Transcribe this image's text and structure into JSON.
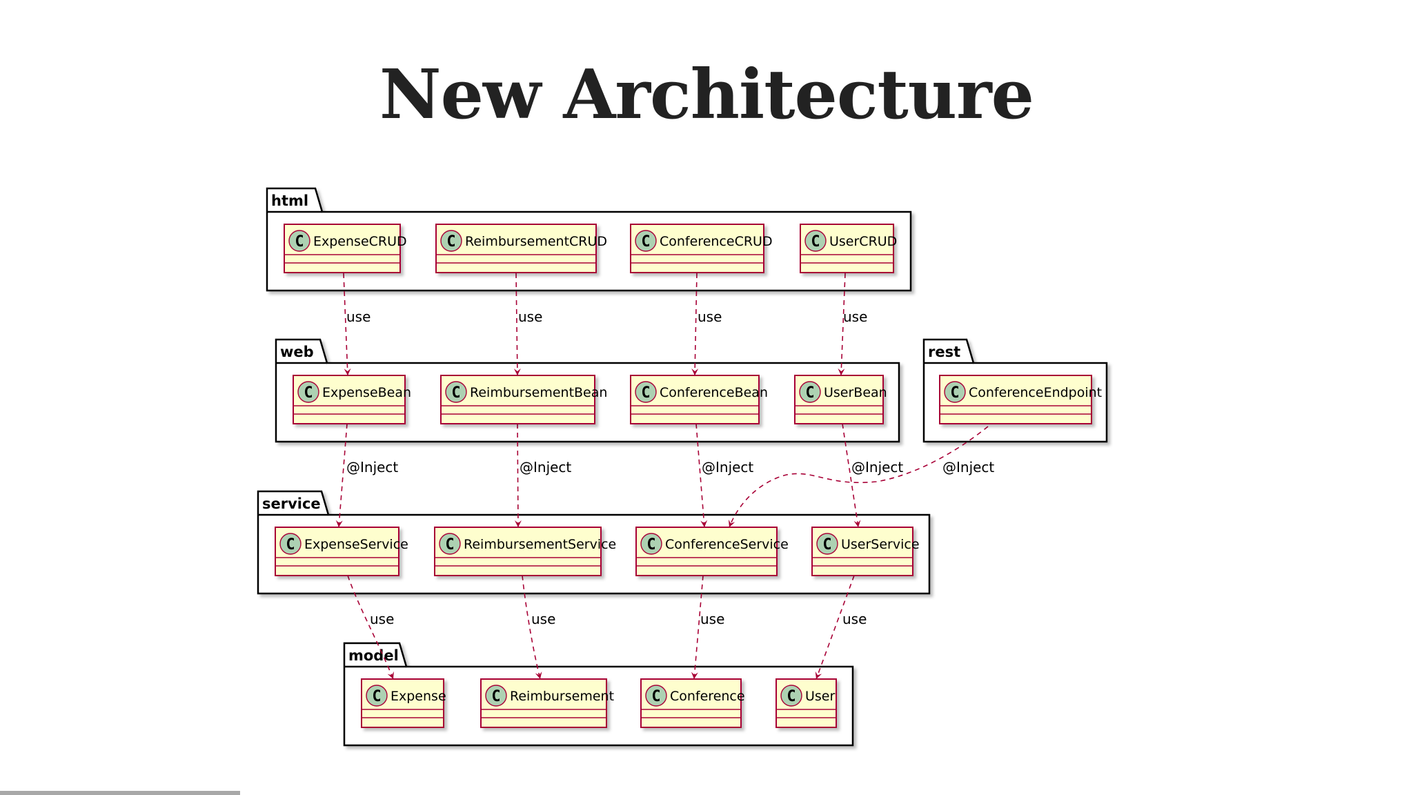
{
  "slide": {
    "title": "New Architecture",
    "progress": 0.17
  },
  "colors": {
    "class_fill": "#FEFECE",
    "class_border": "#A80036",
    "arrow": "#A80036",
    "circle_fill": "#ADD1B2",
    "package_border": "#000000",
    "package_shadow": "#c8c8c8"
  },
  "diagram": {
    "packages": [
      {
        "id": "html",
        "name": "html"
      },
      {
        "id": "web",
        "name": "web"
      },
      {
        "id": "rest",
        "name": "rest"
      },
      {
        "id": "service",
        "name": "service"
      },
      {
        "id": "model",
        "name": "model"
      }
    ],
    "classes": [
      {
        "id": "ExpenseCRUD",
        "package": "html",
        "stereotype": "C",
        "label": "ExpenseCRUD"
      },
      {
        "id": "ReimbursementCRUD",
        "package": "html",
        "stereotype": "C",
        "label": "ReimbursementCRUD"
      },
      {
        "id": "ConferenceCRUD",
        "package": "html",
        "stereotype": "C",
        "label": "ConferenceCRUD"
      },
      {
        "id": "UserCRUD",
        "package": "html",
        "stereotype": "C",
        "label": "UserCRUD"
      },
      {
        "id": "ExpenseBean",
        "package": "web",
        "stereotype": "C",
        "label": "ExpenseBean"
      },
      {
        "id": "ReimbursementBean",
        "package": "web",
        "stereotype": "C",
        "label": "ReimbursementBean"
      },
      {
        "id": "ConferenceBean",
        "package": "web",
        "stereotype": "C",
        "label": "ConferenceBean"
      },
      {
        "id": "UserBean",
        "package": "web",
        "stereotype": "C",
        "label": "UserBean"
      },
      {
        "id": "ConferenceEndpoint",
        "package": "rest",
        "stereotype": "C",
        "label": "ConferenceEndpoint"
      },
      {
        "id": "ExpenseService",
        "package": "service",
        "stereotype": "C",
        "label": "ExpenseService"
      },
      {
        "id": "ReimbursementService",
        "package": "service",
        "stereotype": "C",
        "label": "ReimbursementService"
      },
      {
        "id": "ConferenceService",
        "package": "service",
        "stereotype": "C",
        "label": "ConferenceService"
      },
      {
        "id": "UserService",
        "package": "service",
        "stereotype": "C",
        "label": "UserService"
      },
      {
        "id": "Expense",
        "package": "model",
        "stereotype": "C",
        "label": "Expense"
      },
      {
        "id": "Reimbursement",
        "package": "model",
        "stereotype": "C",
        "label": "Reimbursement"
      },
      {
        "id": "Conference",
        "package": "model",
        "stereotype": "C",
        "label": "Conference"
      },
      {
        "id": "User",
        "package": "model",
        "stereotype": "C",
        "label": "User"
      }
    ],
    "edges": [
      {
        "from": "ExpenseCRUD",
        "to": "ExpenseBean",
        "label": "use"
      },
      {
        "from": "ReimbursementCRUD",
        "to": "ReimbursementBean",
        "label": "use"
      },
      {
        "from": "ConferenceCRUD",
        "to": "ConferenceBean",
        "label": "use"
      },
      {
        "from": "UserCRUD",
        "to": "UserBean",
        "label": "use"
      },
      {
        "from": "ExpenseBean",
        "to": "ExpenseService",
        "label": "@Inject"
      },
      {
        "from": "ReimbursementBean",
        "to": "ReimbursementService",
        "label": "@Inject"
      },
      {
        "from": "ConferenceBean",
        "to": "ConferenceService",
        "label": "@Inject"
      },
      {
        "from": "UserBean",
        "to": "UserService",
        "label": "@Inject"
      },
      {
        "from": "ConferenceEndpoint",
        "to": "ConferenceService",
        "label": "@Inject"
      },
      {
        "from": "ExpenseService",
        "to": "Expense",
        "label": "use"
      },
      {
        "from": "ReimbursementService",
        "to": "Reimbursement",
        "label": "use"
      },
      {
        "from": "ConferenceService",
        "to": "Conference",
        "label": "use"
      },
      {
        "from": "UserService",
        "to": "User",
        "label": "use"
      }
    ]
  }
}
